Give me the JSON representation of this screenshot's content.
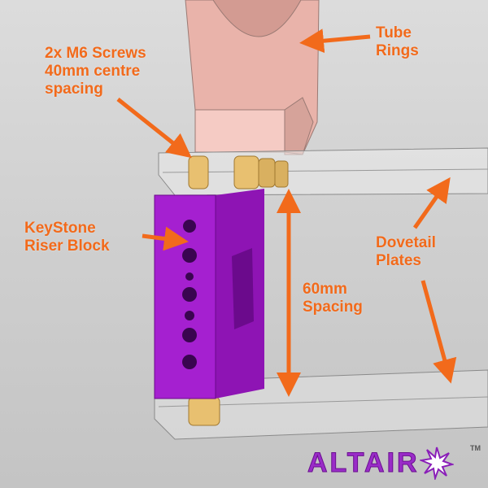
{
  "labels": {
    "screws": [
      "2x M6 Screws",
      "40mm centre",
      "spacing"
    ],
    "tube_rings": [
      "Tube",
      "Rings"
    ],
    "riser_block": [
      "KeyStone",
      "Riser Block"
    ],
    "dovetail": [
      "Dovetail",
      "Plates"
    ],
    "spacing": [
      "60mm",
      "Spacing"
    ]
  },
  "logo": {
    "text": "ALTAIR",
    "trademark": "TM"
  },
  "colors": {
    "annotation": "#f26a1b",
    "riser_block": "#a020c8",
    "tube_ring": "#f0c0b8",
    "brand": "#8a1fb8"
  }
}
